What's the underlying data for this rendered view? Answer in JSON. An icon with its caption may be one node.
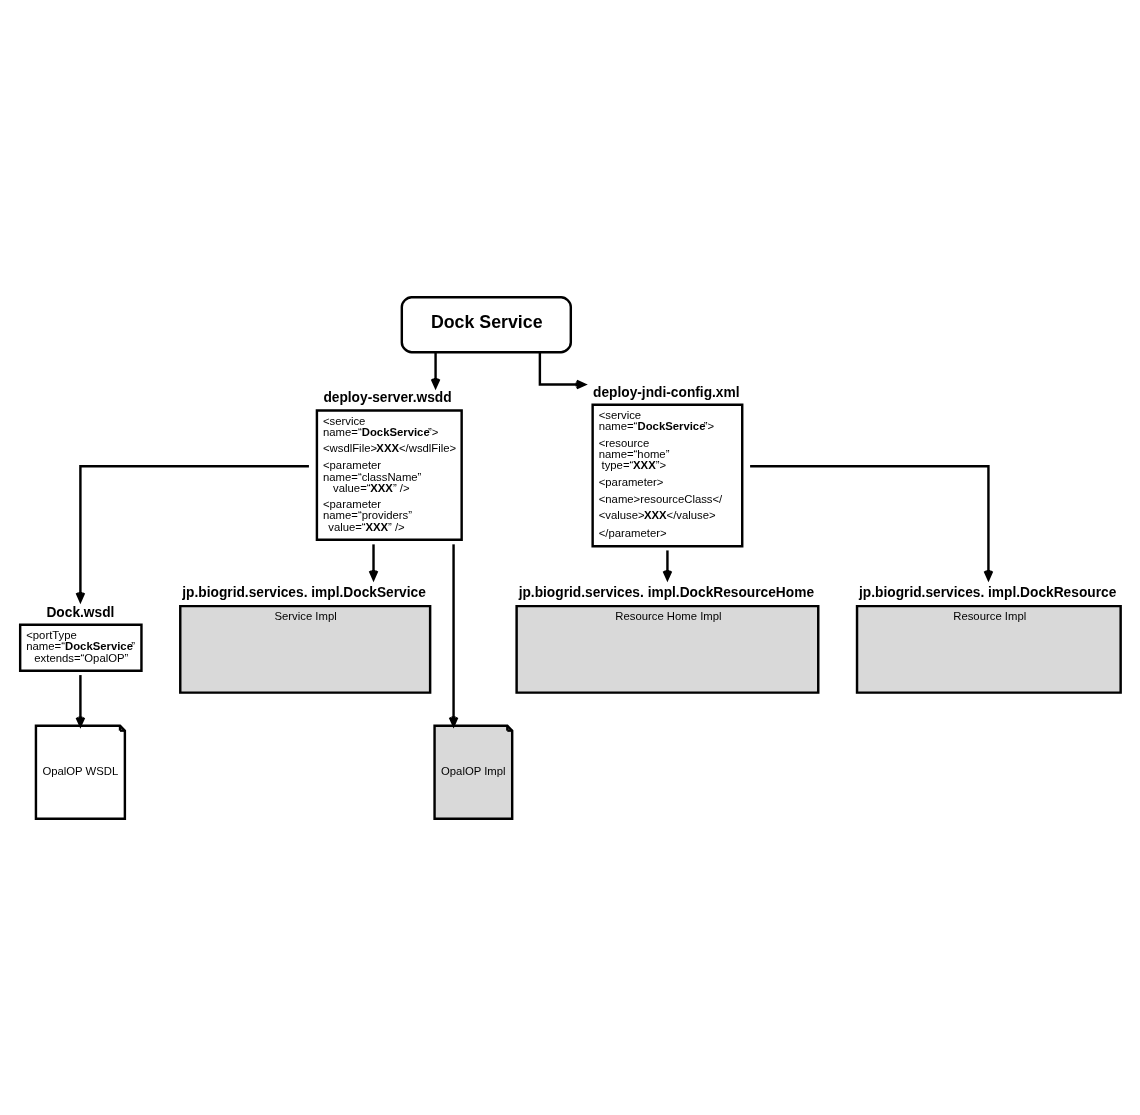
{
  "diagram": {
    "nodes": [
      {
        "text": [
          "Dock Service"
        ]
      },
      {
        "text": [
          "deploy-server.wsdd",
          "<service name=“**DockService**”>",
          "<wsdlFile>**XXX**</wsdlFile>",
          "<parameter name=“className” value=“**XXX**” />",
          "<parameter name=“providers” value=“**XXX**” />"
        ]
      },
      {
        "text": [
          "deploy-jndi-config.xml",
          "<service name=“**DockService**”>",
          "<resource name=“home” type=“**XXX**”>",
          "<parameter>",
          "<name>resourceClass</",
          "<valuse>**XXX**</valuse>",
          "</parameter>"
        ]
      },
      {
        "text": [
          "Dock.wsdl",
          "<portType name=“**DockService**” extends=“OpalOP”"
        ]
      },
      {
        "text": [
          "jp.biogrid.services. impl.DockService",
          "Service Impl"
        ]
      },
      {
        "text": [
          "jp.biogrid.services. impl.DockResourceHome",
          "Resource Home Impl"
        ]
      },
      {
        "text": [
          "jp.biogrid.services. impl.DockResource",
          "Resource Impl"
        ]
      },
      {
        "text": [
          "OpalOP WSDL"
        ]
      },
      {
        "text": [
          "OpalOP Impl"
        ]
      }
    ],
    "edges": [
      {
        "from": 0,
        "to": 1,
        "arrow": "to"
      },
      {
        "from": 0,
        "to": 2,
        "arrow": "to"
      },
      {
        "from": 1,
        "to": 3,
        "arrow": "to"
      },
      {
        "from": 1,
        "to": 4,
        "arrow": "to"
      },
      {
        "from": 1,
        "to": 8,
        "arrow": "to"
      },
      {
        "from": 2,
        "to": 5,
        "arrow": "to"
      },
      {
        "from": 2,
        "to": 6,
        "arrow": "to"
      },
      {
        "from": 3,
        "to": 7,
        "arrow": "to"
      }
    ]
  }
}
